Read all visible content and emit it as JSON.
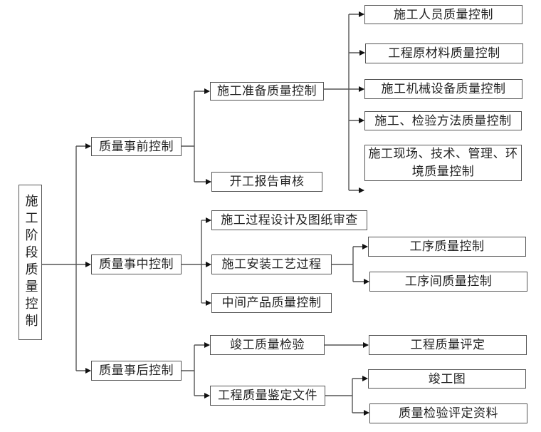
{
  "diagram": {
    "title": "施工阶段质量控制",
    "root": {
      "label": "施工阶段质量控制"
    },
    "level1": [
      {
        "id": "pre",
        "label": "质量事前控制"
      },
      {
        "id": "mid",
        "label": "质量事中控制"
      },
      {
        "id": "post",
        "label": "质量事后控制"
      }
    ],
    "level2": {
      "pre": [
        {
          "id": "prep",
          "label": "施工准备质量控制"
        },
        {
          "id": "startreport",
          "label": "开工报告审核"
        }
      ],
      "mid": [
        {
          "id": "design",
          "label": "施工过程设计及图纸审查"
        },
        {
          "id": "install",
          "label": "施工安装工艺过程"
        },
        {
          "id": "intermediate",
          "label": "中间产品质量控制"
        }
      ],
      "post": [
        {
          "id": "completion",
          "label": "竣工质量检验"
        },
        {
          "id": "docs",
          "label": "工程质量鉴定文件"
        }
      ]
    },
    "level3": {
      "prep": [
        {
          "label": "施工人员质量控制"
        },
        {
          "label": "工程原材料质量控制"
        },
        {
          "label": "施工机械设备质量控制"
        },
        {
          "label": "施工、检验方法质量控制"
        },
        {
          "label": "施工现场、技术、管理、环境质量控制"
        }
      ],
      "install": [
        {
          "label": "工序质量控制"
        },
        {
          "label": "工序间质量控制"
        }
      ],
      "completion": [
        {
          "label": "工程质量评定"
        }
      ],
      "docs": [
        {
          "label": "竣工图"
        },
        {
          "label": "质量检验评定资料"
        }
      ]
    }
  }
}
